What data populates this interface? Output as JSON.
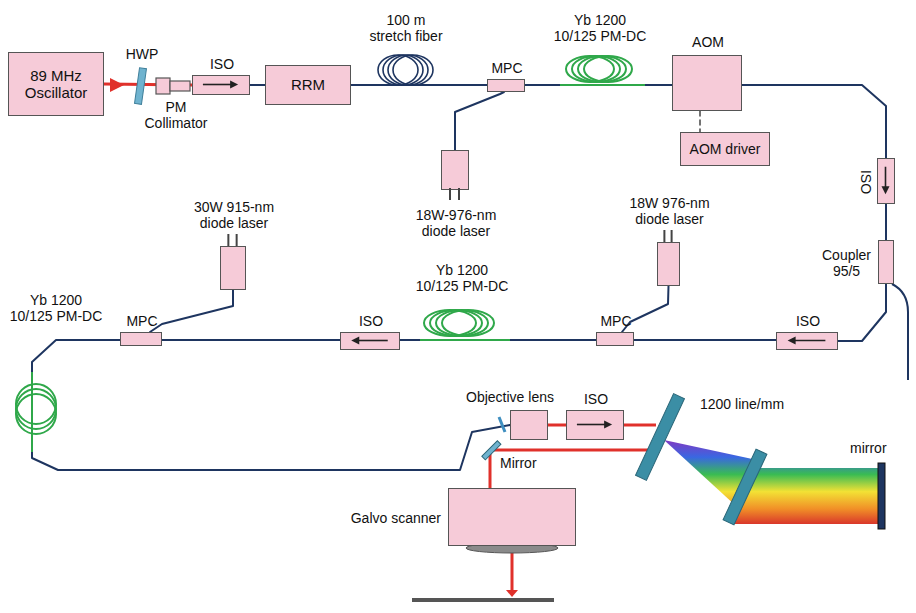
{
  "diagram": {
    "nodes": [
      {
        "text": [
          "89 MHz Oscillator"
        ]
      },
      {
        "text": [
          "ISO"
        ]
      },
      {
        "text": [
          "RRM"
        ]
      },
      {
        "text": [
          "MPC"
        ]
      },
      {
        "text": [
          "18W-976-nm diode laser"
        ]
      },
      {
        "text": [
          "AOM"
        ]
      },
      {
        "text": [
          "AOM driver"
        ]
      },
      {
        "text": [
          "ISO"
        ]
      },
      {
        "text": [
          "Coupler 95/5"
        ]
      },
      {
        "text": [
          "ISO"
        ]
      },
      {
        "text": [
          "18W 976-nm diode laser"
        ]
      },
      {
        "text": [
          "MPC"
        ]
      },
      {
        "text": [
          "ISO"
        ]
      },
      {
        "text": [
          "30W 915-nm diode laser"
        ]
      },
      {
        "text": [
          "MPC"
        ]
      },
      {
        "text": [
          "Objective lens"
        ]
      },
      {
        "text": [
          "ISO"
        ]
      },
      {
        "text": [
          "Galvo scanner"
        ]
      }
    ],
    "edges": [
      {
        "from": 0,
        "to": 1,
        "arrow": "none"
      },
      {
        "from": 1,
        "to": 2,
        "arrow": "none"
      },
      {
        "from": 2,
        "to": 3,
        "arrow": "none"
      },
      {
        "from": 4,
        "to": 3,
        "arrow": "none"
      },
      {
        "from": 3,
        "to": 5,
        "arrow": "none"
      },
      {
        "from": 5,
        "to": 6,
        "arrow": "none"
      },
      {
        "from": 5,
        "to": 7,
        "arrow": "none"
      },
      {
        "from": 7,
        "to": 8,
        "arrow": "none"
      },
      {
        "from": 8,
        "to": 9,
        "arrow": "none"
      },
      {
        "from": 9,
        "to": 11,
        "arrow": "none"
      },
      {
        "from": 10,
        "to": 11,
        "arrow": "none"
      },
      {
        "from": 11,
        "to": 12,
        "arrow": "none"
      },
      {
        "from": 12,
        "to": 14,
        "arrow": "none"
      },
      {
        "from": 13,
        "to": 14,
        "arrow": "none"
      },
      {
        "from": 14,
        "to": 15,
        "arrow": "none"
      },
      {
        "from": 15,
        "to": 16,
        "arrow": "none"
      }
    ],
    "labels": [
      "HWP",
      "PM Collimator",
      "100 m stretch fiber",
      "Yb 1200 10/125 PM-DC",
      "Yb 1200 10/125 PM-DC",
      "Yb 1200 10/125 PM-DC",
      "1200 line/mm",
      "Mirror",
      "mirror"
    ]
  }
}
